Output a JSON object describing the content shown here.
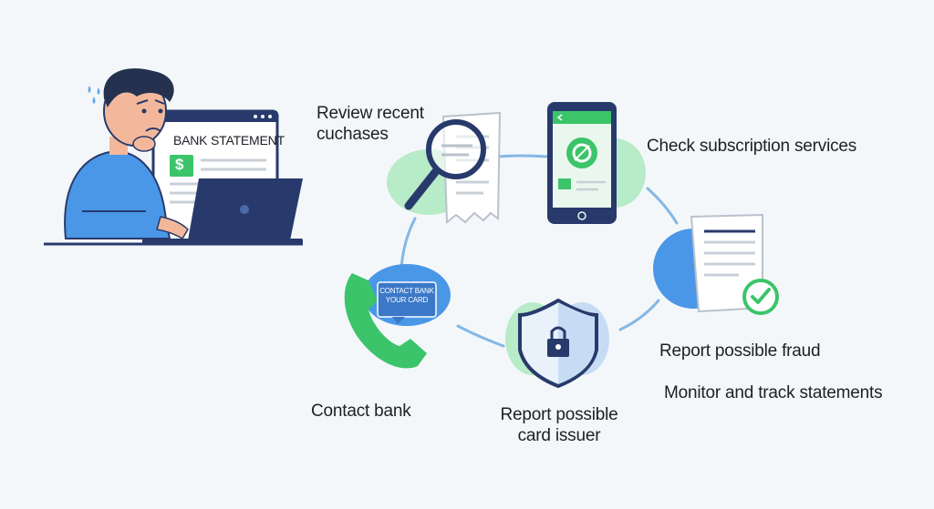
{
  "illustration": {
    "monitor_heading": "BANK STATEMENT",
    "dollar_symbol": "$",
    "callout_lines": [
      "CONTACT BANK",
      "YOUR CARD"
    ]
  },
  "steps": [
    {
      "lines": [
        "Review recent",
        "cuchases"
      ],
      "icon": "magnifier-receipt-icon"
    },
    {
      "lines": [
        "Check subscription services"
      ],
      "icon": "smartphone-icon"
    },
    {
      "lines": [
        "Report possible fraud"
      ],
      "icon": "document-check-icon"
    },
    {
      "lines": [
        "Monitor and track statements"
      ],
      "icon": "document-check-icon"
    },
    {
      "lines": [
        "Report possible",
        "card issuer"
      ],
      "icon": "shield-lock-icon"
    },
    {
      "lines": [
        "Contact bank"
      ],
      "icon": "phone-icon"
    }
  ],
  "colors": {
    "green": "#3cc46a",
    "green_light": "#b8ebc7",
    "blue": "#4a97e8",
    "blue_light": "#c6dcf5",
    "navy": "#283a6b",
    "cycle_line": "#84b8e6"
  }
}
